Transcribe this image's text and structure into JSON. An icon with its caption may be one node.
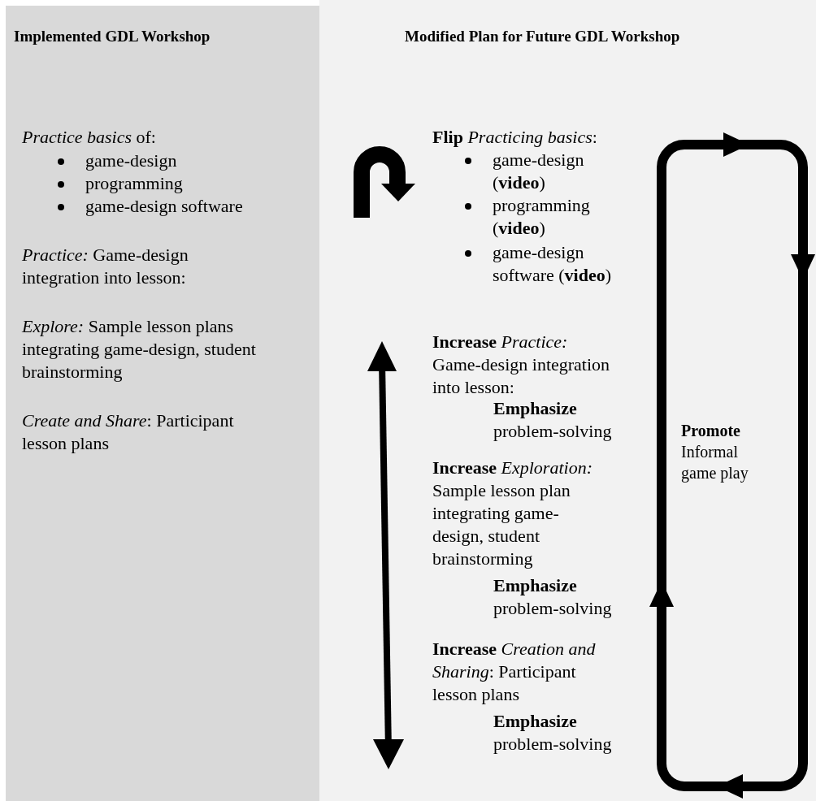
{
  "diagram": {
    "nodes": [
      {
        "text": [
          "Implemented GDL Workshop",
          "*Practice basics* of:",
          "game-design",
          "programming",
          "game-design software",
          "*Practice:* Game-design integration into lesson:",
          "*Explore:* Sample lesson plans integrating game-design, student brainstorming",
          "*Create and Share*: Participant lesson plans"
        ]
      },
      {
        "text": [
          "Modified Plan for Future GDL Workshop",
          "**Flip** *Practicing basics*:",
          "game-design (**video**)",
          "programming (**video**)",
          "game-design software (**video**)",
          "**Increase** *Practice:* Game-design integration into lesson:",
          "**Emphasize** problem-solving",
          "**Increase** *Exploration:* Sample lesson plan integrating game-design, student brainstorming",
          "**Emphasize** problem-solving",
          "**Increase** *Creation and Sharing*: Participant lesson plans",
          "**Emphasize** problem-solving",
          "**Promote** Informal game play"
        ]
      }
    ]
  }
}
